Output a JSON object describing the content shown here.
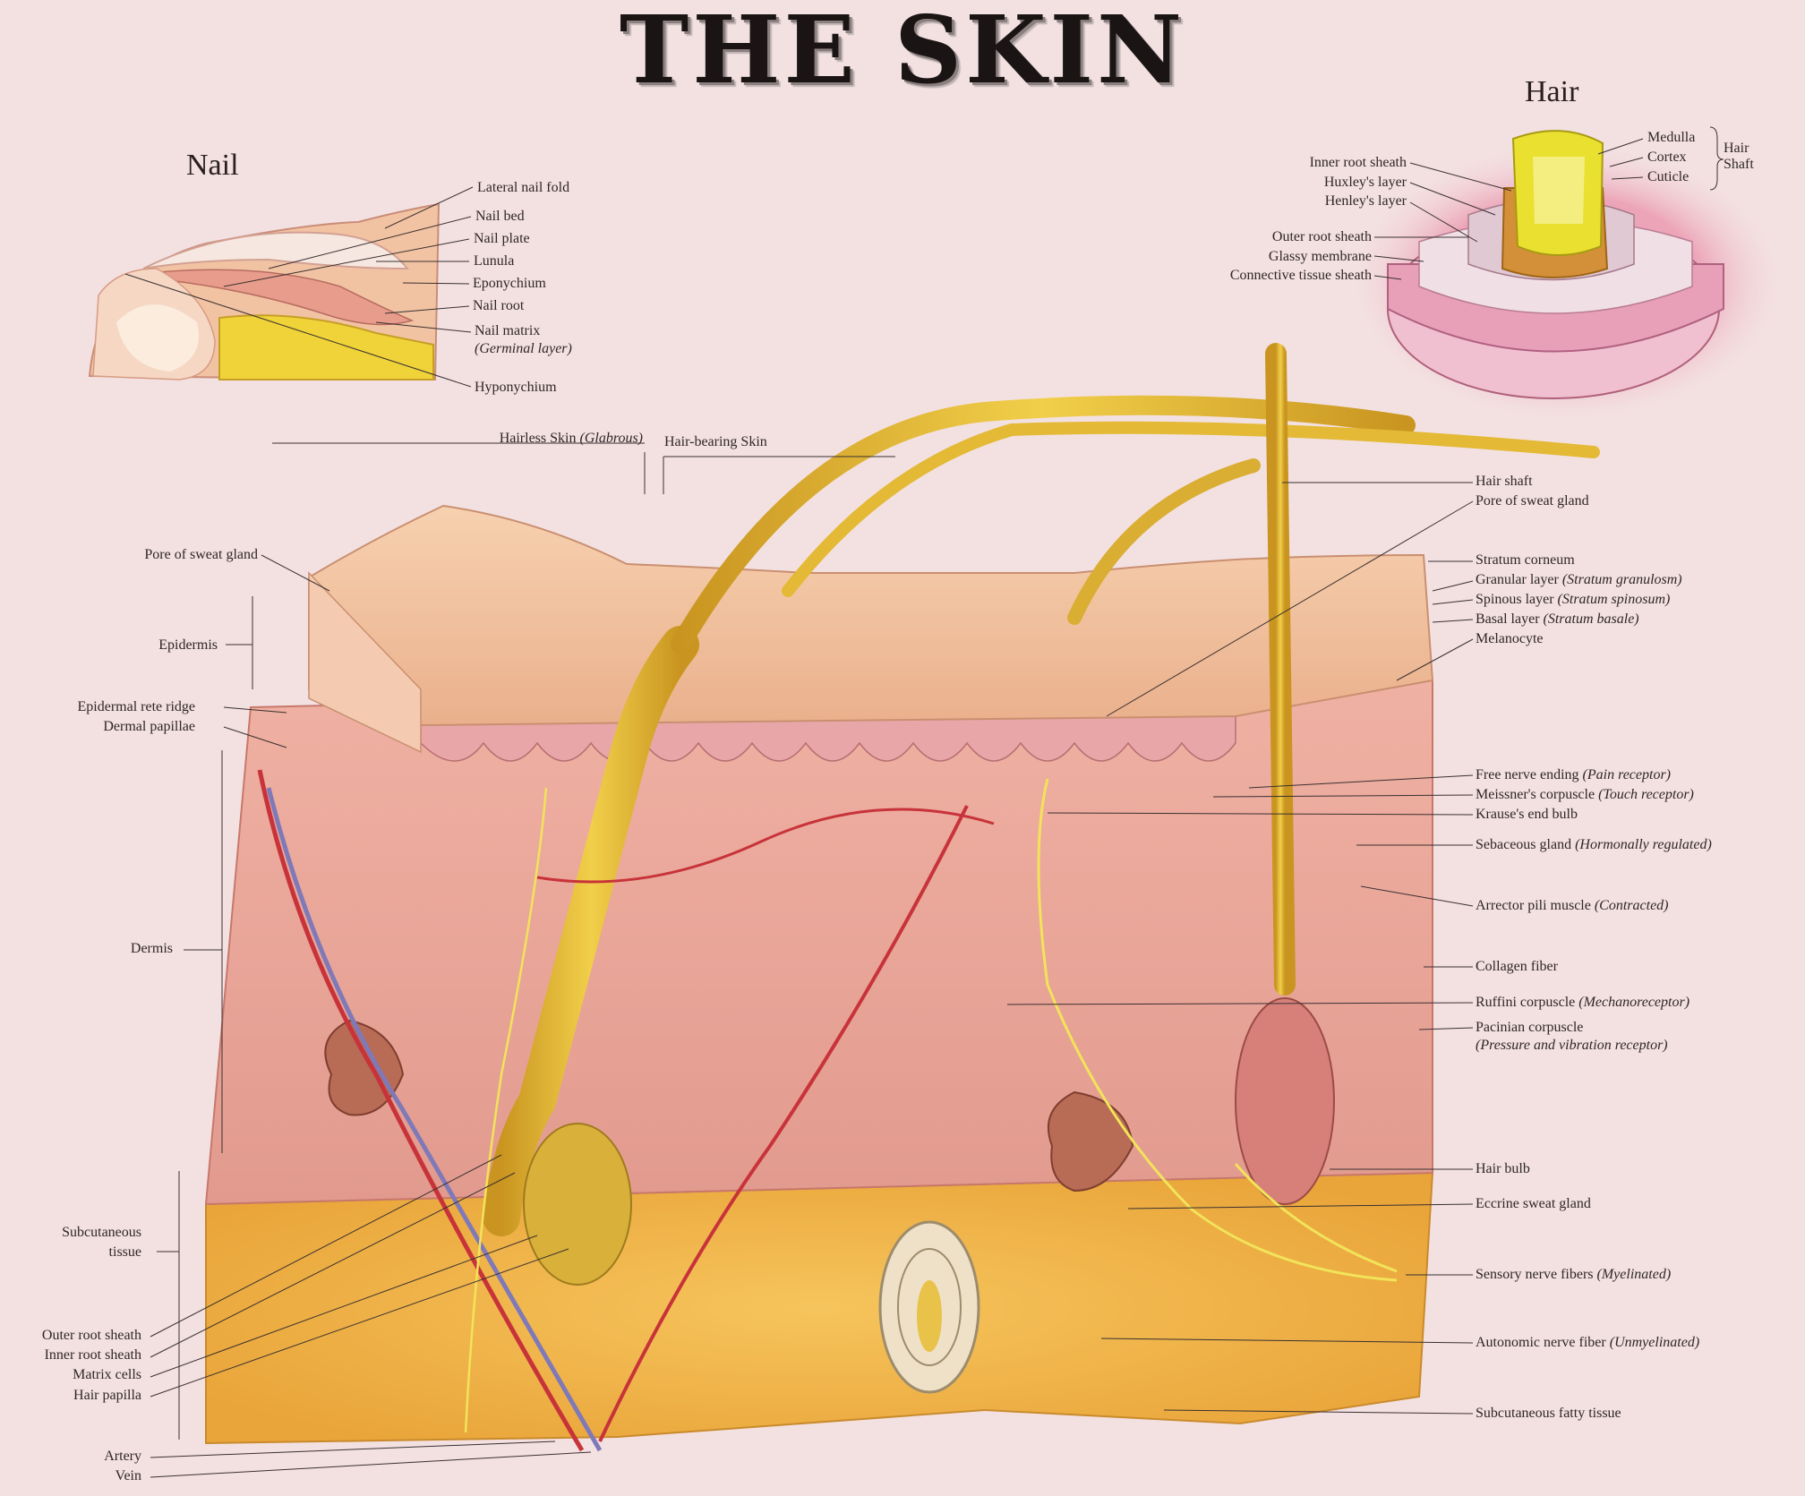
{
  "title": "THE SKIN",
  "nail": {
    "heading": "Nail",
    "labels": [
      {
        "text": "Lateral nail fold"
      },
      {
        "text": "Nail bed"
      },
      {
        "text": "Nail plate"
      },
      {
        "text": "Lunula"
      },
      {
        "text": "Eponychium"
      },
      {
        "text": "Nail root"
      },
      {
        "text": "Nail matrix",
        "sub": "(Germinal layer)"
      },
      {
        "text": "Hyponychium"
      }
    ]
  },
  "hair": {
    "heading": "Hair",
    "left_labels": [
      "Inner root sheath",
      "Huxley's layer",
      "Henley's layer",
      "Outer root sheath",
      "Glassy membrane",
      "Connective tissue sheath"
    ],
    "right_labels": [
      "Medulla",
      "Cortex",
      "Cuticle"
    ],
    "group_label": [
      "Hair",
      "Shaft"
    ]
  },
  "skin_type": {
    "hairless": "Hairless Skin",
    "hairless_sub": "(Glabrous)",
    "hairbearing": "Hair-bearing Skin"
  },
  "left_labels": [
    {
      "text": "Pore of sweat gland"
    },
    {
      "text": "Epidermis"
    },
    {
      "text": "Epidermal rete ridge"
    },
    {
      "text": "Dermal papillae"
    },
    {
      "text": "Dermis"
    },
    {
      "text": "Subcutaneous"
    },
    {
      "text": "tissue"
    },
    {
      "text": "Outer root sheath"
    },
    {
      "text": "Inner root sheath"
    },
    {
      "text": "Matrix cells"
    },
    {
      "text": "Hair papilla"
    },
    {
      "text": "Artery"
    },
    {
      "text": "Vein"
    }
  ],
  "right_labels": [
    {
      "text": "Hair shaft"
    },
    {
      "text": "Pore of sweat gland"
    },
    {
      "text": "Stratum corneum"
    },
    {
      "text": "Granular layer",
      "sub": "(Stratum granulosm)"
    },
    {
      "text": "Spinous layer",
      "sub": "(Stratum spinosum)"
    },
    {
      "text": "Basal layer",
      "sub": "(Stratum basale)"
    },
    {
      "text": "Melanocyte"
    },
    {
      "text": "Free nerve ending",
      "sub": "(Pain receptor)"
    },
    {
      "text": "Meissner's corpuscle",
      "sub": "(Touch receptor)"
    },
    {
      "text": "Krause's end bulb"
    },
    {
      "text": "Sebaceous gland",
      "sub": "(Hormonally regulated)"
    },
    {
      "text": "Arrector pili muscle",
      "sub": "(Contracted)"
    },
    {
      "text": "Collagen fiber"
    },
    {
      "text": "Ruffini corpuscle",
      "sub": "(Mechanoreceptor)"
    },
    {
      "text": "Pacinian corpuscle"
    },
    {
      "text": "(Pressure and vibration receptor)"
    },
    {
      "text": "Hair bulb"
    },
    {
      "text": "Eccrine sweat gland"
    },
    {
      "text": "Sensory nerve fibers",
      "sub": "(Myelinated)"
    },
    {
      "text": "Autonomic nerve fiber",
      "sub": "(Unmyelinated)"
    },
    {
      "text": "Subcutaneous fatty tissue"
    }
  ],
  "colors": {
    "background": "#f3e1e2",
    "epidermis": "#f2c3a0",
    "dermis": "#eaa89a",
    "fat": "#f0b64a",
    "hair": "#e2b531",
    "vessel_red": "#c8333a",
    "vessel_blue": "#7f79b8",
    "nerve": "#f2e35a"
  }
}
